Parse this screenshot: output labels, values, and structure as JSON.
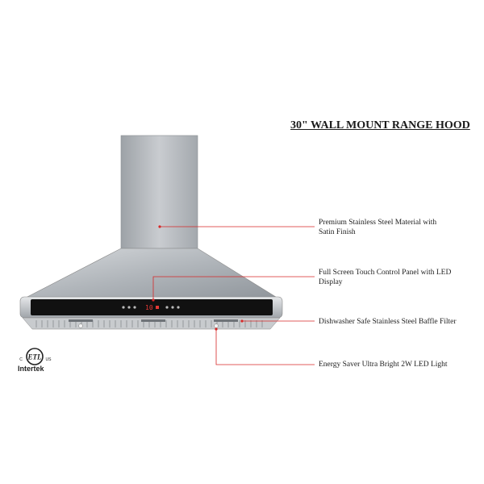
{
  "title": "30\" WALL MOUNT RANGE HOOD",
  "features": [
    {
      "line1": "Premium Stainless Steel Material with",
      "line2": "Satin Finish"
    },
    {
      "line1": "Full Screen Touch Control Panel with LED",
      "line2": "Display"
    },
    {
      "line1": "Dishwasher Safe Stainless Steel Baffle Filter",
      "line2": ""
    },
    {
      "line1": "Energy Saver Ultra Bright 2W LED Light",
      "line2": ""
    }
  ],
  "display_readout": "10",
  "cert": {
    "brand": "Intertek",
    "mark": "ETL",
    "left_letter": "C",
    "right_letter": "US"
  },
  "colors": {
    "leader_line": "#d62828",
    "steel": "#b8bcc0",
    "panel": "#111111"
  }
}
